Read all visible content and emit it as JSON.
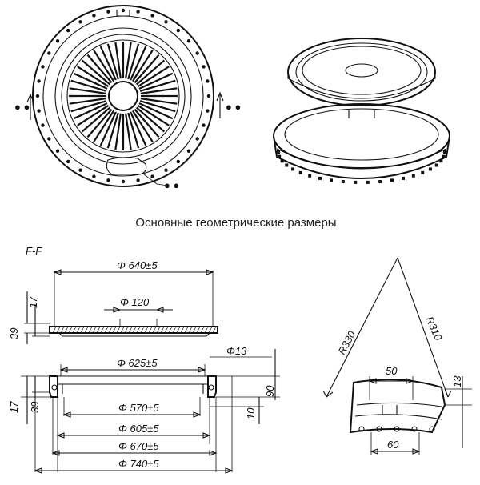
{
  "caption": "Основные геометрические размеры",
  "section_label": "F-F",
  "dimensions": {
    "d640": "Φ 640±5",
    "d120": "Φ 120",
    "d625": "Φ 625±5",
    "d13": "Φ13",
    "d570": "Φ 570±5",
    "d605": "Φ 605±5",
    "d670": "Φ 670±5",
    "d740": "Φ 740±5",
    "h17_top": "17",
    "h39_top": "39",
    "h17_bottom": "17",
    "h39_bottom": "39",
    "h90": "90",
    "h10": "10",
    "r330": "R330",
    "r310": "R310",
    "w50": "50",
    "w60": "60",
    "h13": "13"
  }
}
